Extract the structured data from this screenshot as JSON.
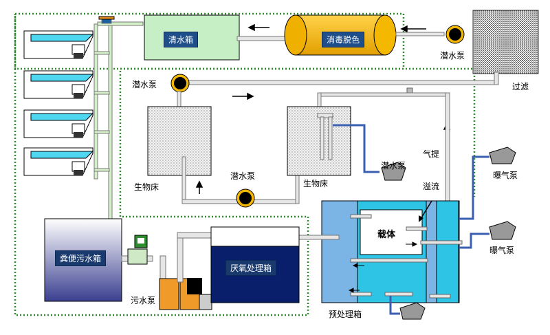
{
  "labels": {
    "clean_water_tank": "清水箱",
    "disinfect_decolor": "消毒脱色",
    "pump_top_right": "潜水泵",
    "filter": "过滤",
    "pump_left": "潜水泵",
    "bio_bed_left": "生物床",
    "pump_middle": "潜水泵",
    "bio_bed_right": "生物床",
    "pump_right": "潜水泵",
    "air_lift": "气提",
    "overflow": "溢流",
    "carrier": "载体",
    "aeration_pump_1": "曝气泵",
    "aeration_pump_2": "曝气泵",
    "fecal_tank": "粪便污水箱",
    "anaerobic_tank": "厌氧处理箱",
    "sewage_pump": "污水泵",
    "pretreatment_tank": "预处理箱"
  },
  "colors": {
    "dotted_border": "#2e8b2e",
    "clean_tank_fill": "#c6efc6",
    "disinfect_fill": "#f5b800",
    "water_cyan": "#2ec4e6",
    "dark_blue": "#0a1f6b",
    "pipe_gray": "#c8c8c8"
  }
}
